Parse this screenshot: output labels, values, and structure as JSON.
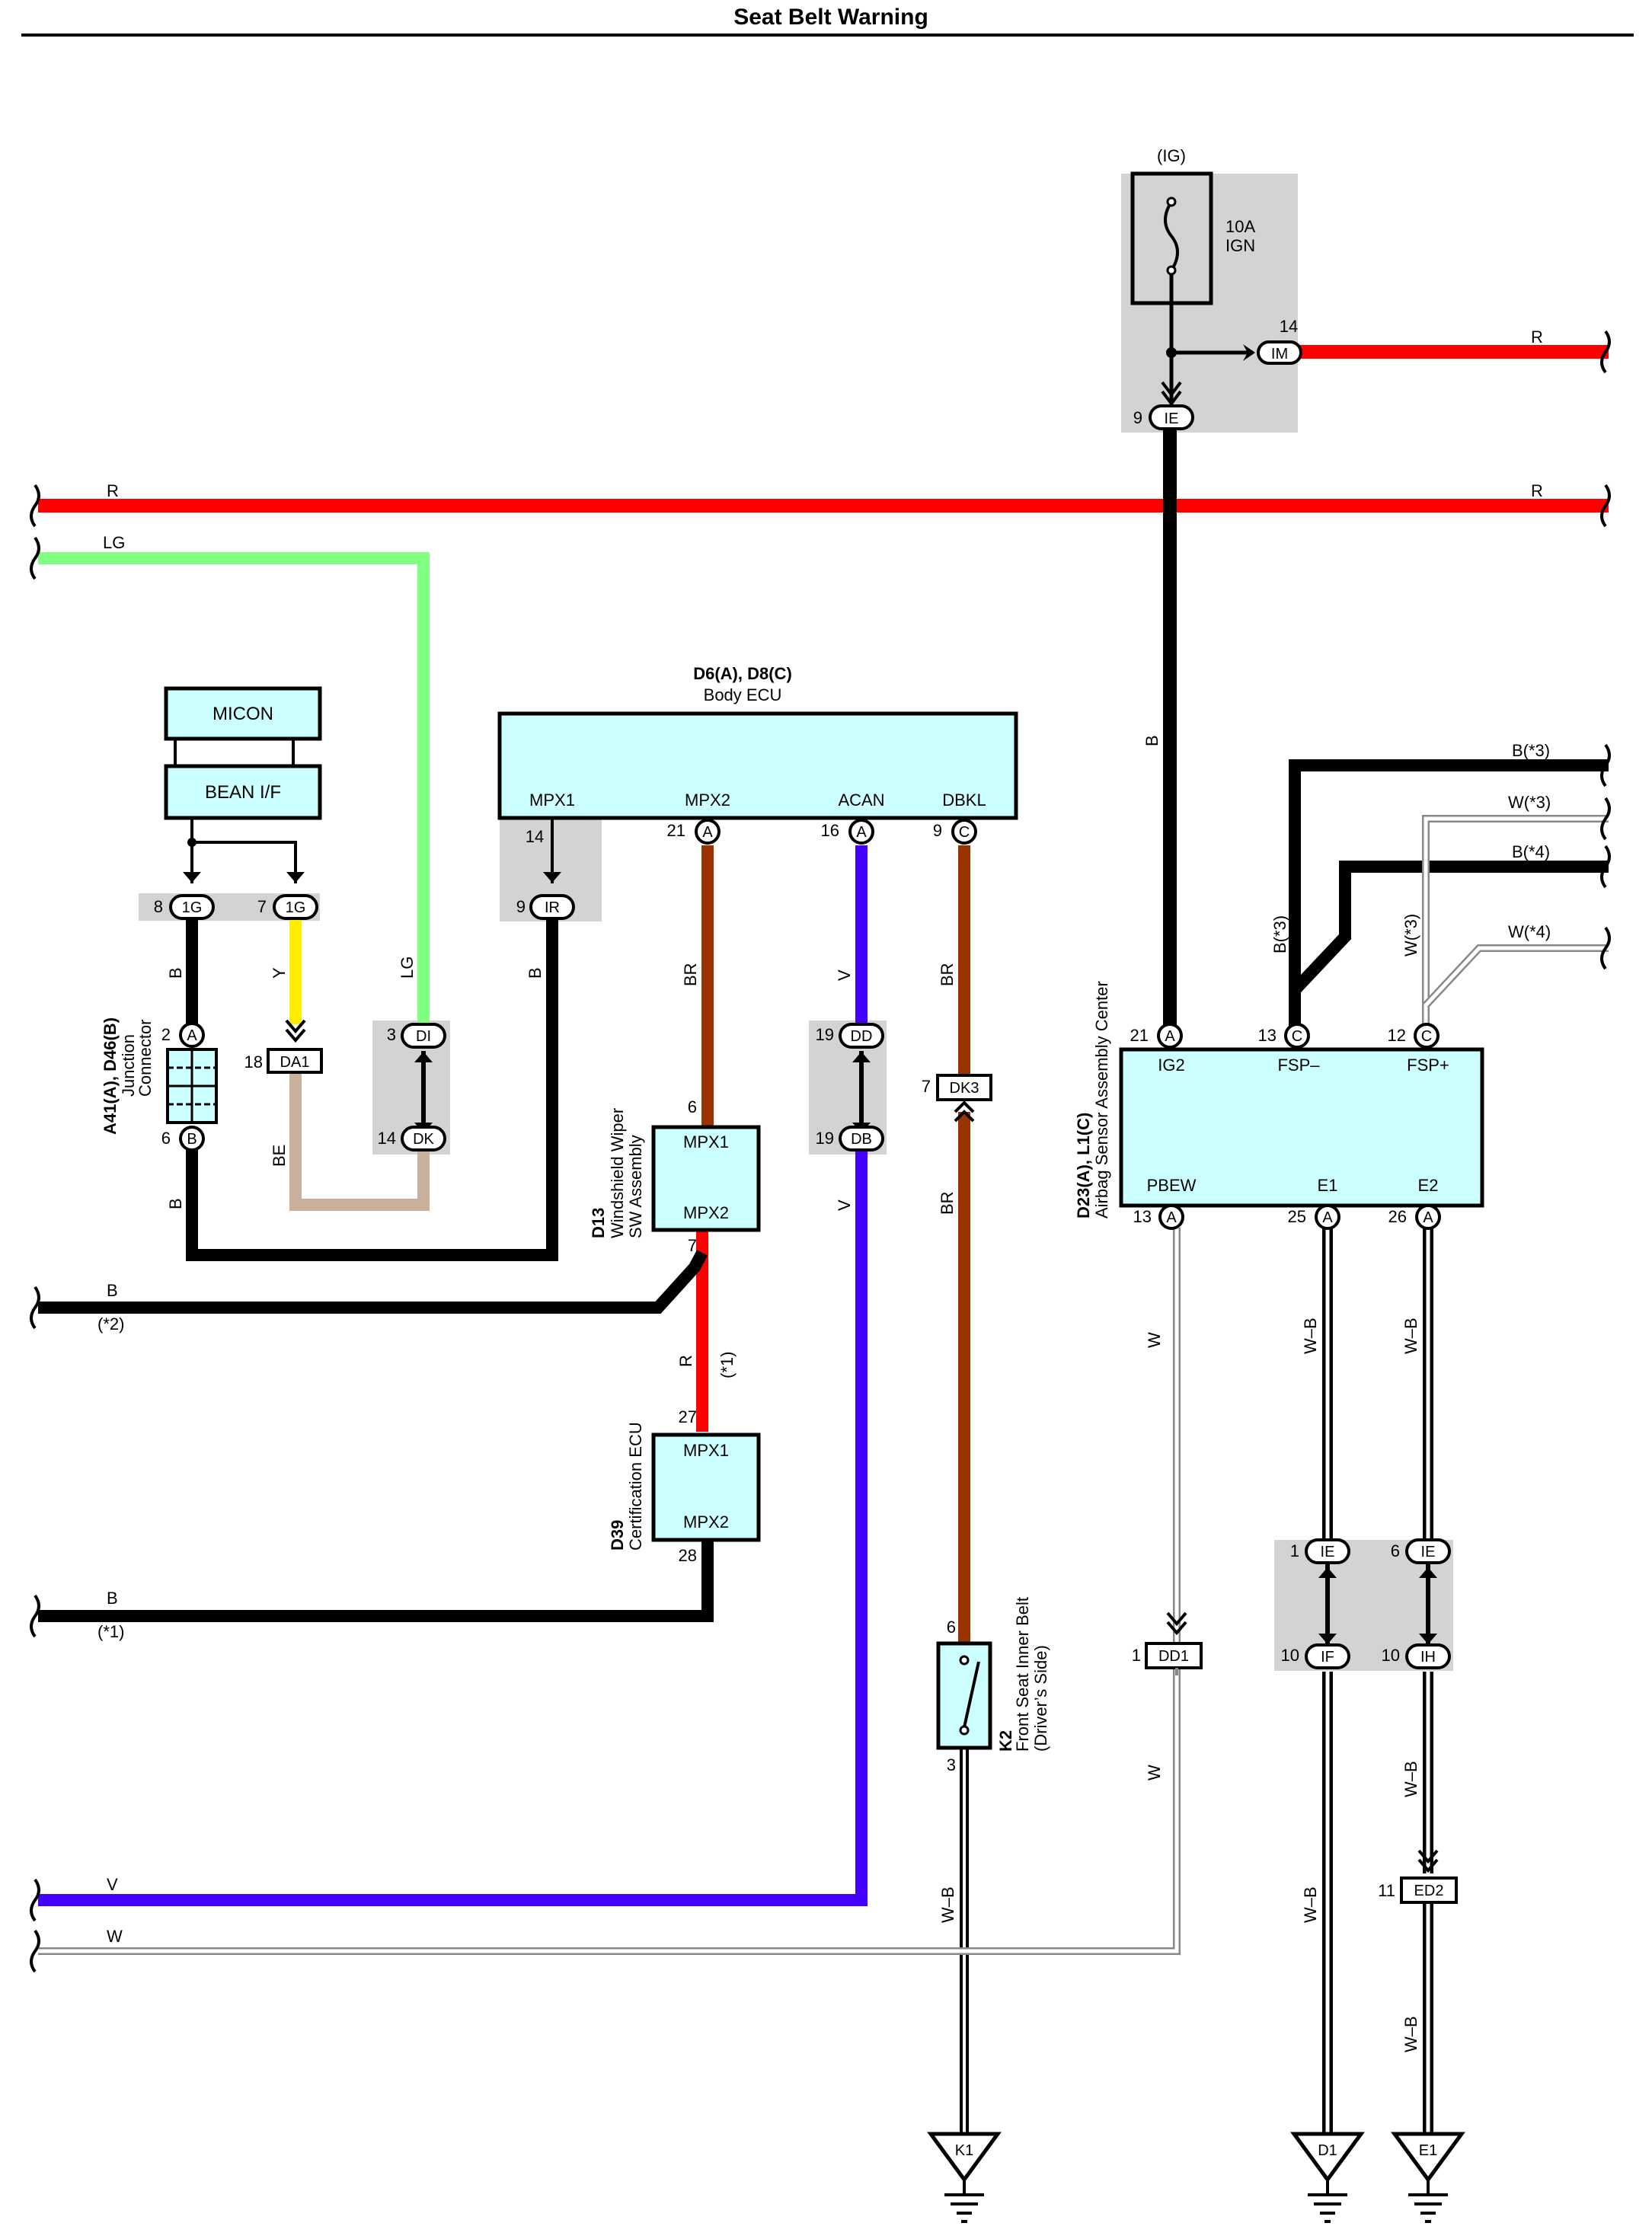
{
  "title": "Seat Belt Warning",
  "fuse": {
    "group": "(IG)",
    "rating": "10A",
    "name": "IGN",
    "pin_im": "14",
    "conn_im": "IM",
    "pin_ie": "9",
    "conn_ie": "IE"
  },
  "wires": {
    "r_top": "R",
    "r_main_left": "R",
    "r_main_right": "R",
    "lg_left": "LG",
    "lg_vert": "LG",
    "b_vert_ig": "B",
    "b_star3": "B(*3)",
    "w_star3": "W(*3)",
    "b_star4": "B(*4)",
    "w_star4": "W(*4)",
    "b_star3_v": "B(*3)",
    "w_star3_v": "W(*3)",
    "b_junction_top": "B",
    "y_junction": "Y",
    "b_ir": "B",
    "br_mpx2": "BR",
    "v_acan": "V",
    "br_dbkl": "BR",
    "be": "BE",
    "b_junction_bot": "B",
    "v_lower": "V",
    "br_lower": "BR",
    "b_star2": "B",
    "star2": "(*2)",
    "r_d13": "R",
    "star1_d13": "(*1)",
    "b_star1": "B",
    "star1": "(*1)",
    "v_left": "V",
    "w_left": "W",
    "w_pbew": "W",
    "wb_e1": "W–B",
    "wb_e2": "W–B",
    "w_dd1": "W",
    "wb_k2": "W–B",
    "wb_ih": "W–B",
    "wb_d1": "W–B",
    "wb_ed2": "W–B"
  },
  "components": {
    "micon": "MICON",
    "bean": "BEAN I/F",
    "junction_id": "A41(A), D46(B)",
    "junction_name1": "Junction",
    "junction_name2": "Connector",
    "body_ecu_id": "D6(A), D8(C)",
    "body_ecu_name": "Body ECU",
    "body_ecu_pins": [
      "MPX1",
      "MPX2",
      "ACAN",
      "DBKL"
    ],
    "d13_id": "D13",
    "d13_name1": "Windshield Wiper",
    "d13_name2": "SW Assembly",
    "d13_pins": [
      "MPX1",
      "MPX2"
    ],
    "d39_id": "D39",
    "d39_name": "Certification ECU",
    "d39_pins": [
      "MPX1",
      "MPX2"
    ],
    "airbag_id": "D23(A), L1(C)",
    "airbag_name": "Airbag Sensor Assembly Center",
    "airbag_pins_top": [
      "IG2",
      "FSP–",
      "FSP+"
    ],
    "airbag_pins_bottom": [
      "PBEW",
      "E1",
      "E2"
    ],
    "k2_id": "K2",
    "k2_name1": "Front Seat Inner Belt",
    "k2_name2": "(Driver’s Side)"
  },
  "connectors": {
    "c1g_a_pin": "8",
    "c1g_a": "1G",
    "c1g_b_pin": "7",
    "c1g_b": "1G",
    "ja_pin": "2",
    "ja": "A",
    "jb_pin": "6",
    "jb": "B",
    "da1_pin": "18",
    "da1": "DA1",
    "di_pin": "3",
    "di": "DI",
    "dk_pin": "14",
    "dk": "DK",
    "ir_pin_top": "14",
    "ir_pin": "9",
    "ir": "IR",
    "mpx2_pin": "21",
    "mpx2_conn": "A",
    "acan_pin": "16",
    "acan_conn": "A",
    "dbkl_pin": "9",
    "dbkl_conn": "C",
    "dd_pin": "19",
    "dd": "DD",
    "db_pin": "19",
    "db": "DB",
    "dk3_pin": "7",
    "dk3": "DK3",
    "d13_pin_top": "6",
    "d13_pin_bot": "7",
    "d39_pin_top": "27",
    "d39_pin_bot": "28",
    "k2_pin_top": "6",
    "k2_pin_bot": "3",
    "ig2_pin": "21",
    "ig2_conn": "A",
    "fspm_pin": "13",
    "fspm_conn": "C",
    "fspp_pin": "12",
    "fspp_conn": "C",
    "pbew_pin": "13",
    "pbew_conn": "A",
    "e1_pin": "25",
    "e1_conn": "A",
    "e2_pin": "26",
    "e2_conn": "A",
    "dd1_pin": "1",
    "dd1": "DD1",
    "ie1_pin": "1",
    "ie1": "IE",
    "ie2_pin": "6",
    "ie2": "IE",
    "if_pin": "10",
    "if": "IF",
    "ih_pin": "10",
    "ih": "IH",
    "ed2_pin": "11",
    "ed2": "ED2"
  },
  "grounds": [
    "K1",
    "D1",
    "E1"
  ],
  "colors": {
    "red": "#ff0000",
    "light_green": "#80ff80",
    "yellow": "#ffee00",
    "beige": "#c8b09a",
    "brown": "#993300",
    "violet": "#4400ff",
    "black": "#000000",
    "component_fill": "#ccffff",
    "shade": "#d0d0d0"
  }
}
